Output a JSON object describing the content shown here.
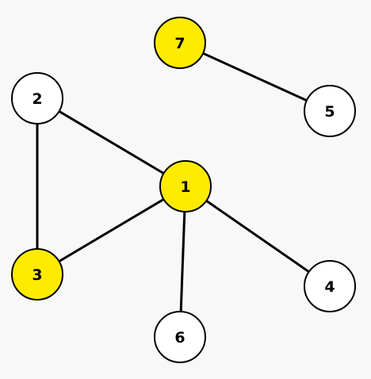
{
  "graph": {
    "colors": {
      "background": "#f8f8f8",
      "highlighted": "#ffeb00",
      "normal": "#ffffff",
      "stroke": "#000000"
    },
    "nodes": [
      {
        "id": "1",
        "label": "1",
        "highlighted": true
      },
      {
        "id": "2",
        "label": "2",
        "highlighted": false
      },
      {
        "id": "3",
        "label": "3",
        "highlighted": true
      },
      {
        "id": "4",
        "label": "4",
        "highlighted": false
      },
      {
        "id": "5",
        "label": "5",
        "highlighted": false
      },
      {
        "id": "6",
        "label": "6",
        "highlighted": false
      },
      {
        "id": "7",
        "label": "7",
        "highlighted": true
      }
    ],
    "edges": [
      {
        "from": "2",
        "to": "1"
      },
      {
        "from": "2",
        "to": "3"
      },
      {
        "from": "3",
        "to": "1"
      },
      {
        "from": "1",
        "to": "4"
      },
      {
        "from": "1",
        "to": "6"
      },
      {
        "from": "7",
        "to": "5"
      }
    ]
  }
}
